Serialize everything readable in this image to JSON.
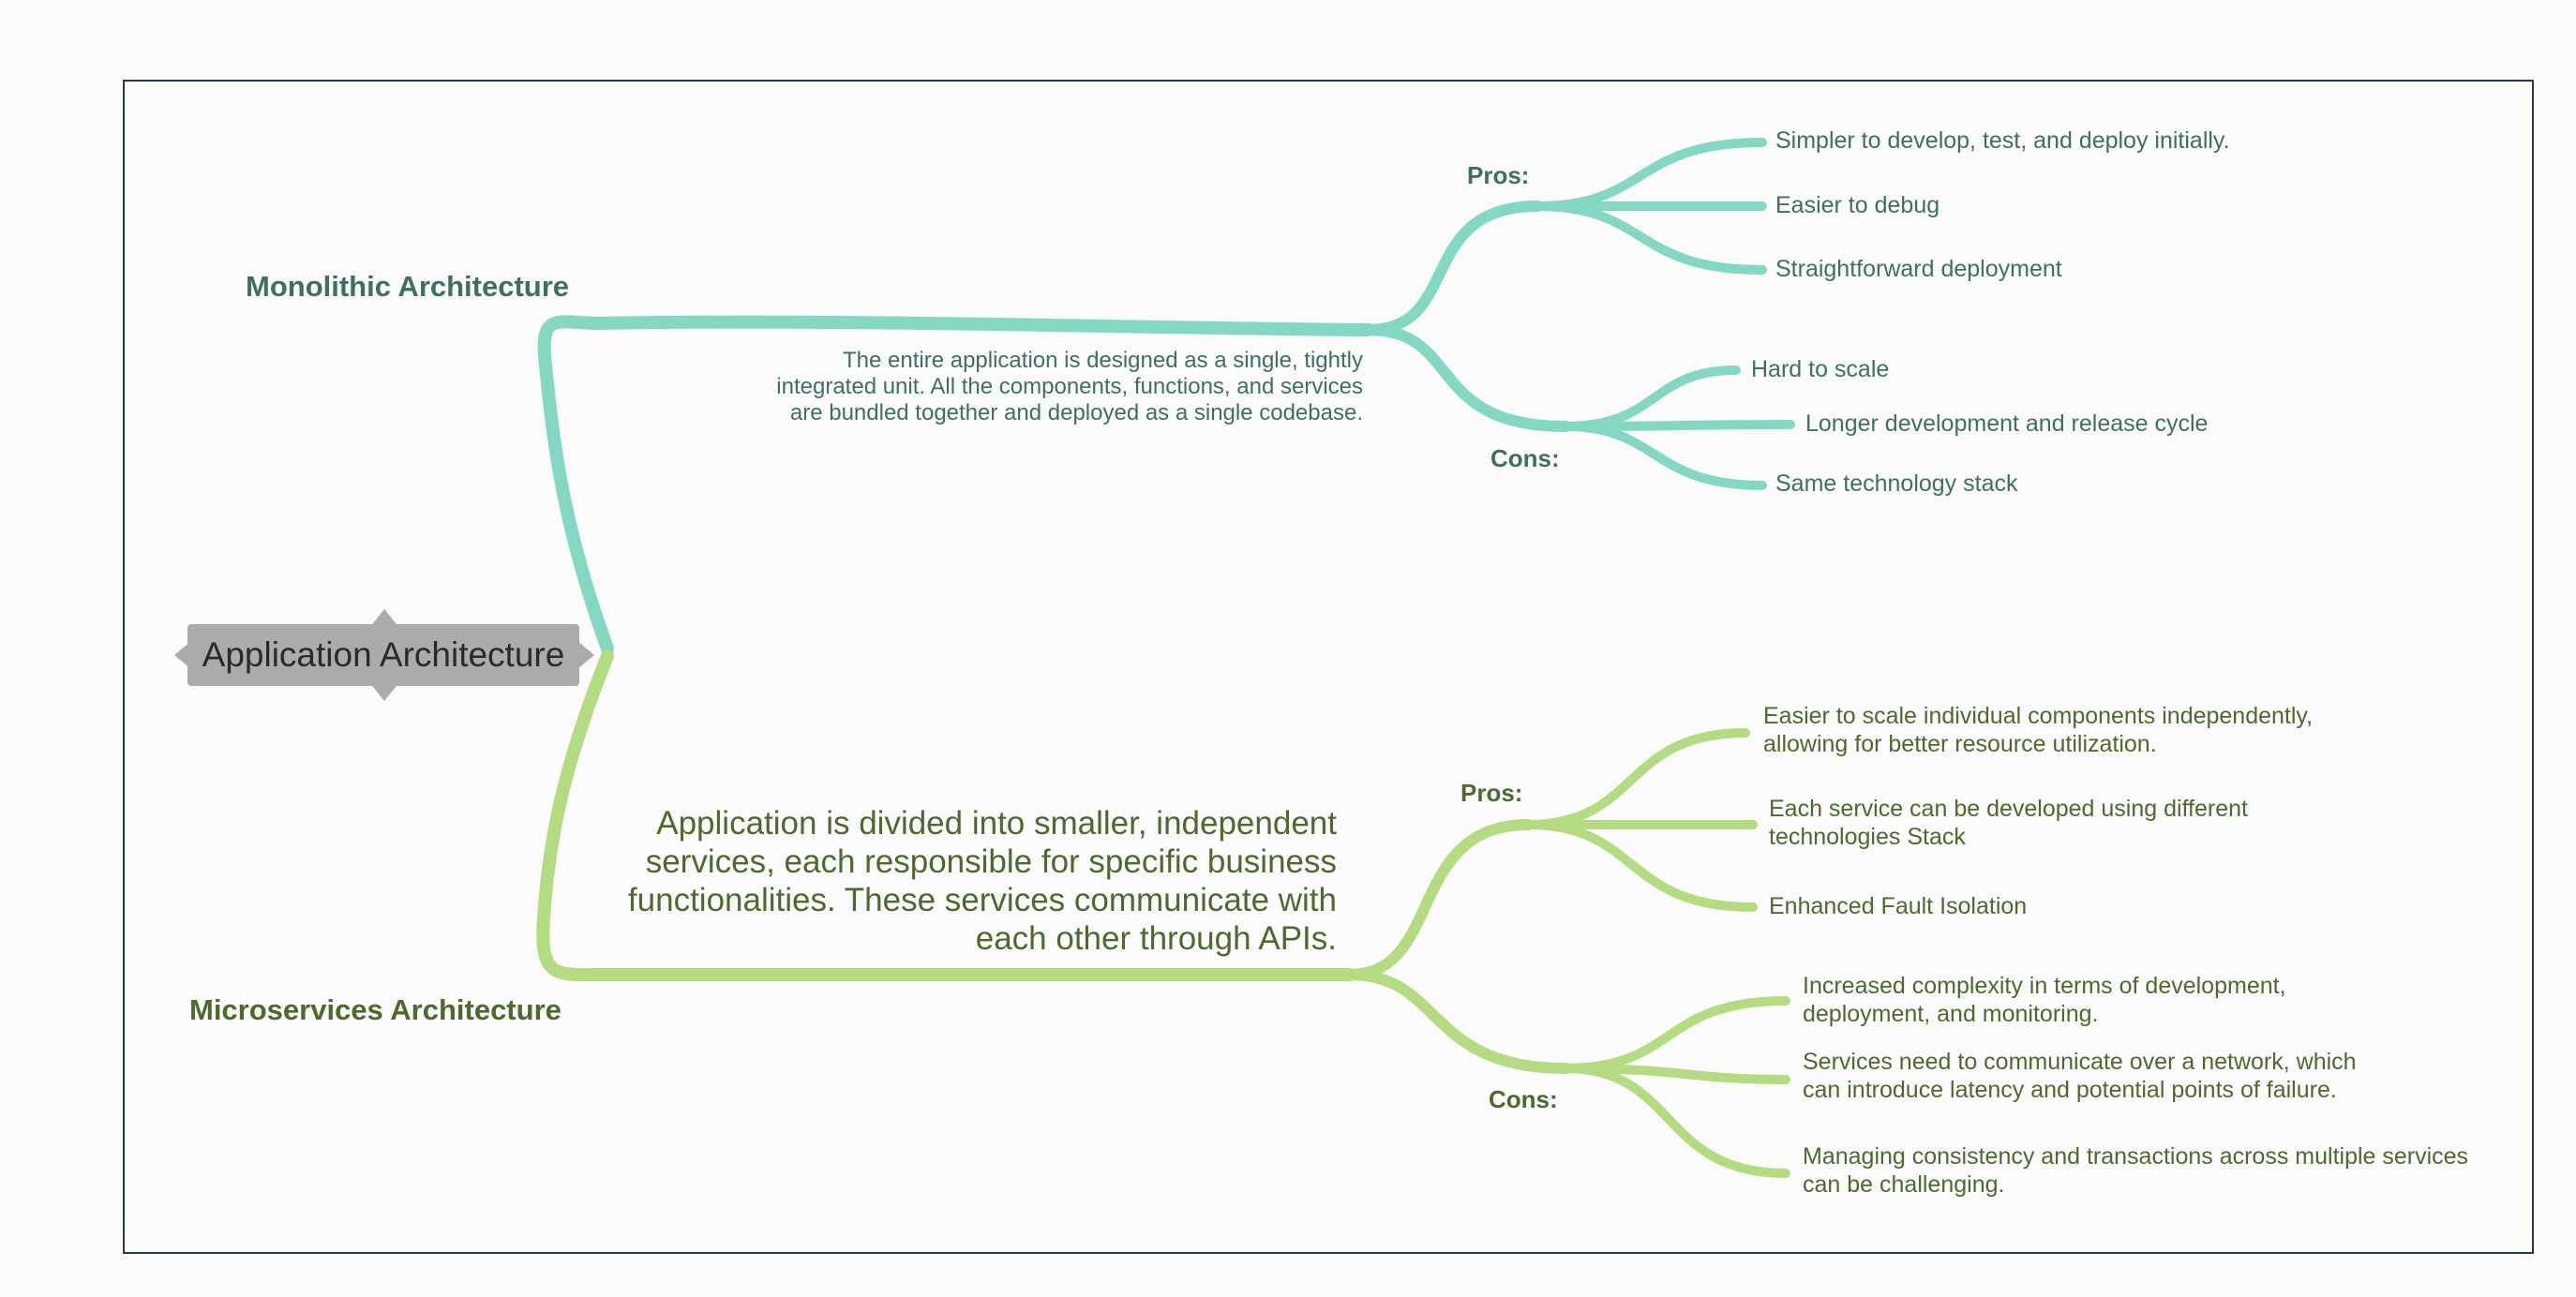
{
  "root": {
    "label": "Application Architecture"
  },
  "monolithic": {
    "title": "Monolithic Architecture",
    "description_lines": [
      "The entire application is designed as a single, tightly",
      "integrated unit. All the components, functions, and services",
      "are bundled together and deployed as a single codebase."
    ],
    "pros_label": "Pros:",
    "pros": [
      "Simpler to develop, test, and deploy initially.",
      "Easier to debug",
      "Straightforward deployment"
    ],
    "cons_label": "Cons:",
    "cons": [
      "Hard to scale",
      "Longer development and release cycle",
      "Same technology stack"
    ]
  },
  "microservices": {
    "title": "Microservices Architecture",
    "description_lines": [
      "Application is divided into smaller, independent",
      "services, each responsible for specific business",
      "functionalities. These services communicate with",
      "each other through APIs."
    ],
    "pros_label": "Pros:",
    "pros": [
      [
        "Easier to scale individual components independently,",
        "allowing for better resource utilization."
      ],
      [
        "Each service can be developed using different",
        "technologies Stack"
      ],
      [
        "Enhanced Fault Isolation"
      ]
    ],
    "cons_label": "Cons:",
    "cons": [
      [
        "Increased complexity in terms of development,",
        "deployment, and monitoring."
      ],
      [
        "Services need to communicate over a network, which",
        "can introduce latency and potential points of failure."
      ],
      [
        "Managing consistency and transactions across multiple services",
        "can be challenging."
      ]
    ]
  },
  "colors": {
    "monolithic_branch": "#82d8c2",
    "microservices_branch": "#b3dc80",
    "monolithic_text": "#3d7063",
    "microservices_text": "#4d6a2c",
    "root_fill": "#ababab",
    "frame_border": "#1f3a66"
  }
}
